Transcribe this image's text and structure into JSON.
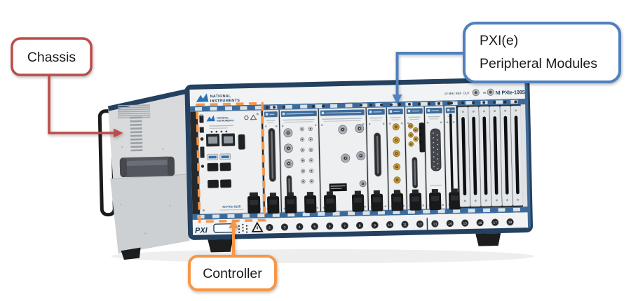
{
  "callouts": {
    "chassis": {
      "label": "Chassis",
      "color": "#BE4B48"
    },
    "peripheral": {
      "line1": "PXI(e)",
      "line2": "Peripheral Modules",
      "color": "#4F81BD"
    },
    "controller": {
      "label": "Controller",
      "color": "#F79646"
    }
  },
  "chassis": {
    "brand_line1": "NATIONAL",
    "brand_line2": "INSTRUMENTS",
    "model": "NI PXIe-1085",
    "ref_label": "10 MHz REF",
    "out_label": "OUT",
    "in_label": "IN",
    "pxi_logo": "PXI",
    "controller": {
      "brand_line1": "NATIONAL",
      "brand_line2": "INSTRUMENTS",
      "model": "NI PXIe-8135"
    },
    "slot_numbers": [
      "2",
      "3",
      "4",
      "5",
      "6",
      "7",
      "8",
      "9",
      "10",
      "11",
      "12",
      "13",
      "14",
      "15",
      "16",
      "17",
      "18"
    ]
  },
  "colors": {
    "chassis_navy": "#24415F",
    "ni_blue": "#2F71B0",
    "rail_blue": "#3B6B9C"
  }
}
